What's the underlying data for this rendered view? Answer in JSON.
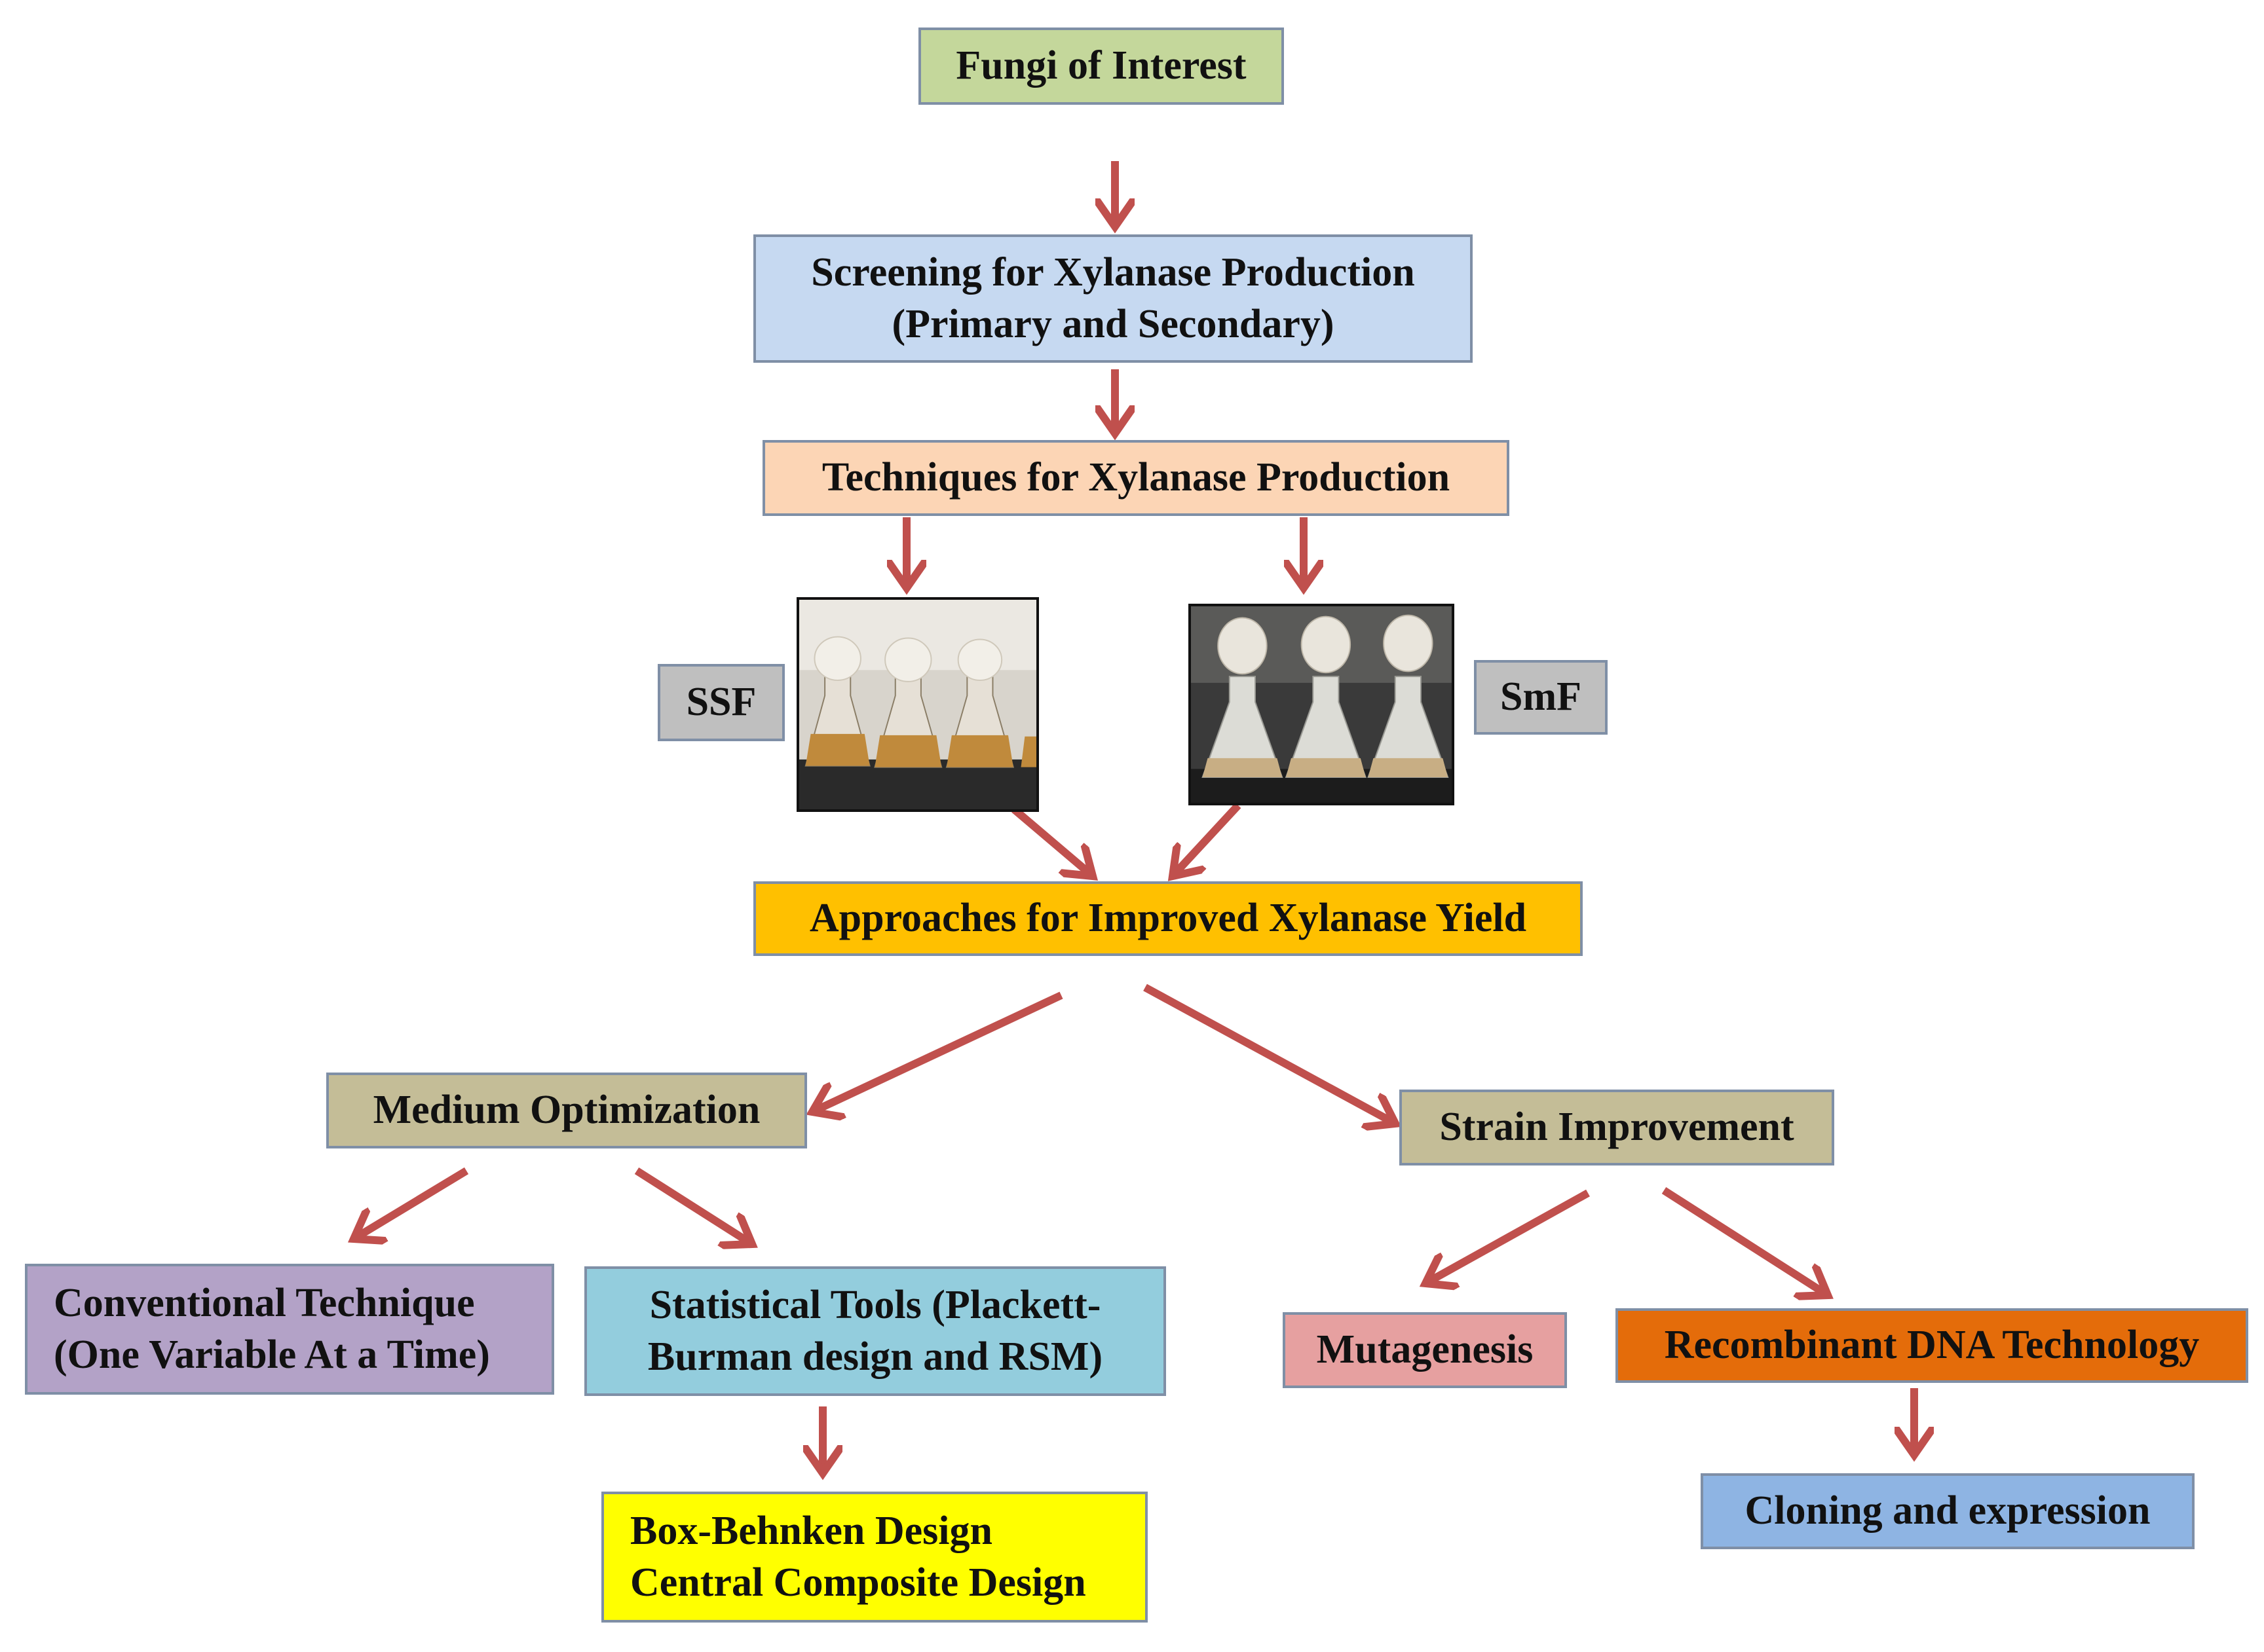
{
  "nodes": {
    "fungi": "Fungi of Interest",
    "screening": "Screening for Xylanase Production\n(Primary and Secondary)",
    "techniques": "Techniques for Xylanase Production",
    "ssf": "SSF",
    "smf": "SmF",
    "approaches": "Approaches for Improved Xylanase Yield",
    "medium": "Medium Optimization",
    "strain": "Strain Improvement",
    "conventional": "Conventional Technique\n(One Variable At a Time)",
    "statistical": "Statistical Tools (Plackett-\nBurman design and RSM)",
    "box_behnken": "Box-Behnken Design\nCentral Composite Design",
    "mutagenesis": "Mutagenesis",
    "recombinant": "Recombinant DNA Technology",
    "cloning": "Cloning and expression"
  },
  "colors": {
    "arrow": "#c0504d",
    "fungi": "#c4d79b",
    "screening": "#c6d9f1",
    "techniques": "#fcd5b5",
    "ssf": "#bfbfbf",
    "smf": "#bfbfbf",
    "approaches": "#ffc000",
    "medium": "#c4bd97",
    "strain": "#c4bd97",
    "conventional": "#b3a2c7",
    "statistical": "#93cddd",
    "box_behnken": "#ffff00",
    "mutagenesis": "#e6a0a0",
    "recombinant": "#e46c0a",
    "cloning": "#8eb4e3"
  },
  "images": {
    "ssf_photo": "flasks-solid-state-fermentation",
    "smf_photo": "flasks-submerged-fermentation"
  }
}
